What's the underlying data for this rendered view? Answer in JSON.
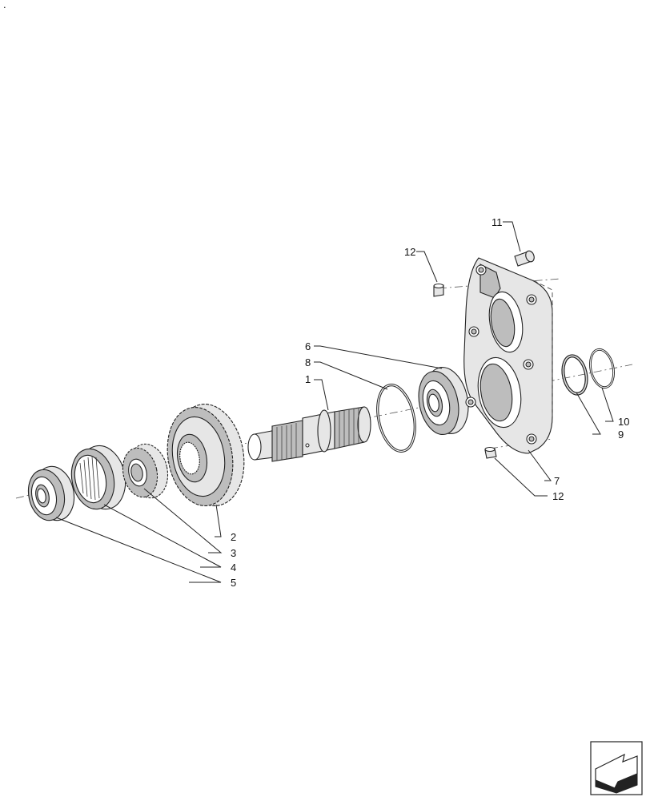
{
  "callouts": {
    "c1": "1",
    "c2": "2",
    "c3": "3",
    "c4": "4",
    "c5": "5",
    "c6": "6",
    "c7": "7",
    "c8": "8",
    "c9": "9",
    "c10": "10",
    "c11": "11",
    "c12a": "12",
    "c12b": "12"
  },
  "corner_mark": "."
}
